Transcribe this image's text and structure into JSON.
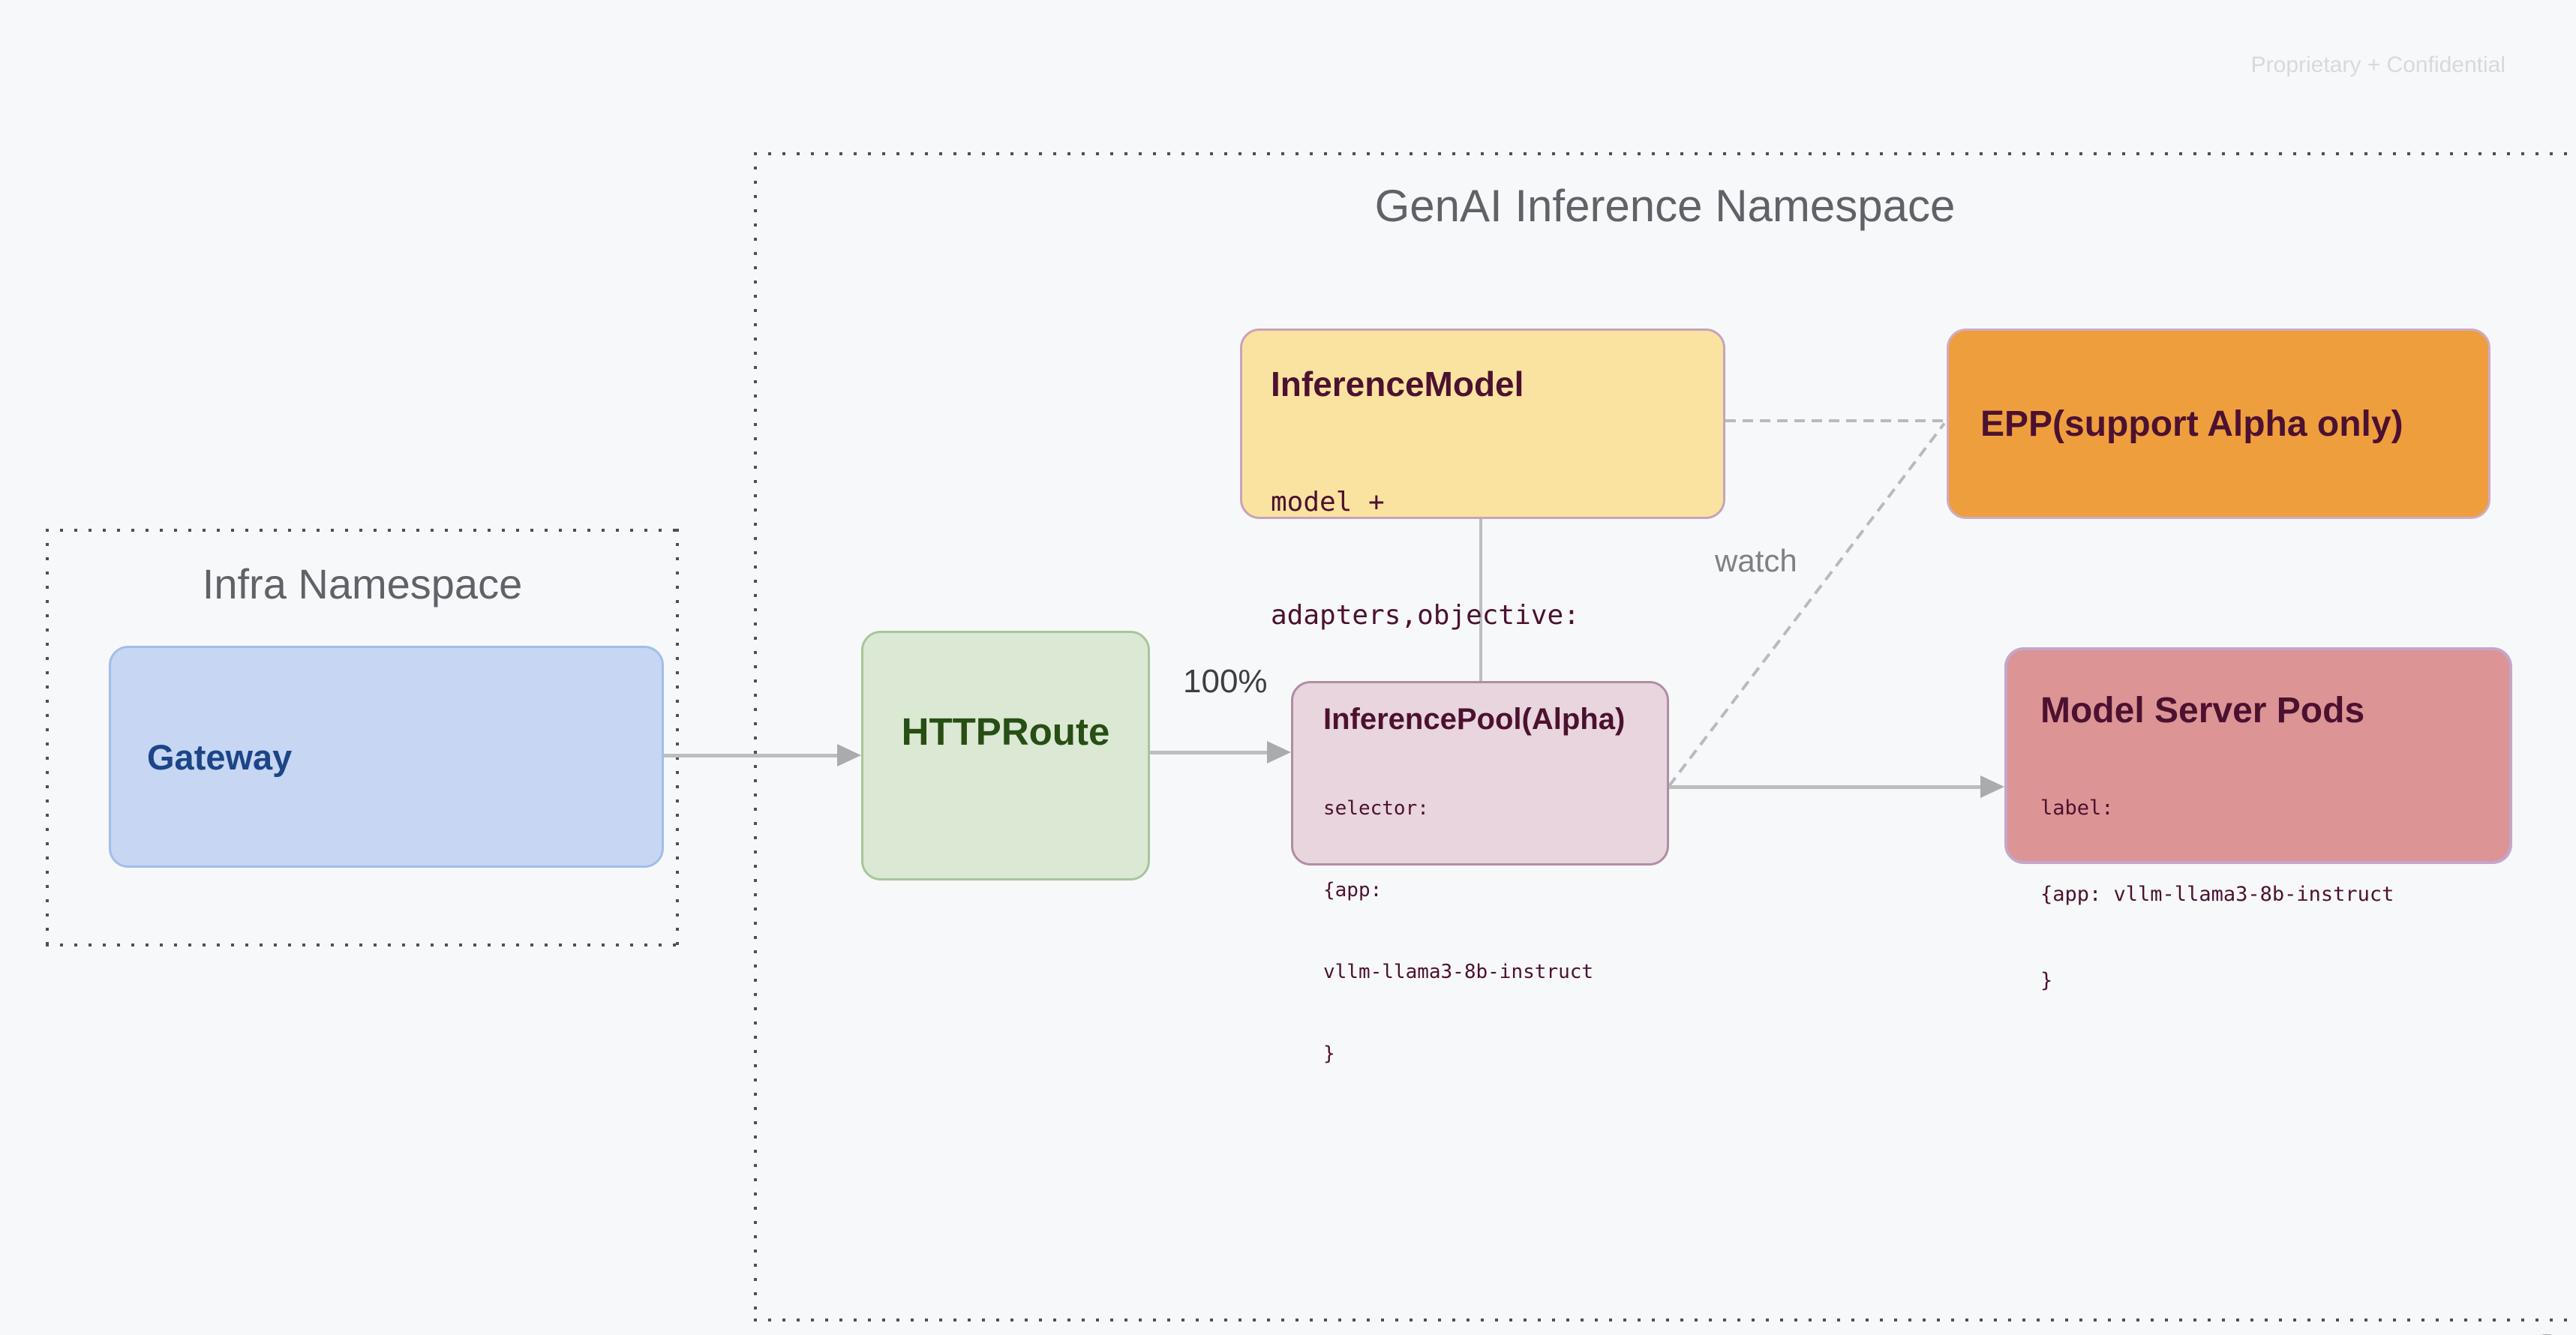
{
  "page": {
    "confidential_label": "Proprietary + Confidential",
    "watermark": "Google"
  },
  "diagram": {
    "genai_namespace": {
      "title": "GenAI Inference Namespace"
    },
    "infra_namespace": {
      "title": "Infra Namespace"
    },
    "nodes": {
      "gateway": {
        "title": "Gateway"
      },
      "httproute": {
        "title": "HTTPRoute"
      },
      "inference_model": {
        "title": "InferenceModel",
        "body_lines": [
          "model +",
          "adapters,objective:"
        ]
      },
      "epp": {
        "title": "EPP(support Alpha only)"
      },
      "inference_pool": {
        "title": "InferencePool(Alpha)",
        "body_lines": [
          "selector:",
          "{app:",
          "vllm-llama3-8b-instruct",
          "}"
        ]
      },
      "model_server_pods": {
        "title": "Model Server Pods",
        "body_lines": [
          "label:",
          "{app: vllm-llama3-8b-instruct",
          "}"
        ]
      }
    },
    "edge_labels": {
      "route_weight": "100%",
      "watch": "watch"
    },
    "colors": {
      "background": "#F7F8FA",
      "namespace_dot_border": "#4F5052",
      "namespace_title": "#5F6368",
      "gateway_fill": "#C6D6F3",
      "gateway_border": "#A2BDE9",
      "gateway_text": "#1C4587",
      "httproute_fill": "#DBE8D4",
      "httproute_border": "#A8C698",
      "httproute_text": "#274E13",
      "inference_model_fill": "#FAE3A0",
      "inference_model_border": "#C7A3B9",
      "epp_fill": "#EF9E3E",
      "epp_border": "#CDACC6",
      "inference_pool_fill": "#E9D5DD",
      "inference_pool_border": "#B28CA4",
      "model_server_fill": "#DC9495",
      "model_server_border": "#C4A6CB",
      "dark_text": "#4C1130",
      "connector": "#BCBDBF",
      "arrowhead": "#A9ABAE",
      "edge_label": "#3C4043",
      "watch_label": "#7E8184",
      "confidential_text": "#D8D9DB",
      "watermark_text": "#A7ABAF"
    }
  }
}
